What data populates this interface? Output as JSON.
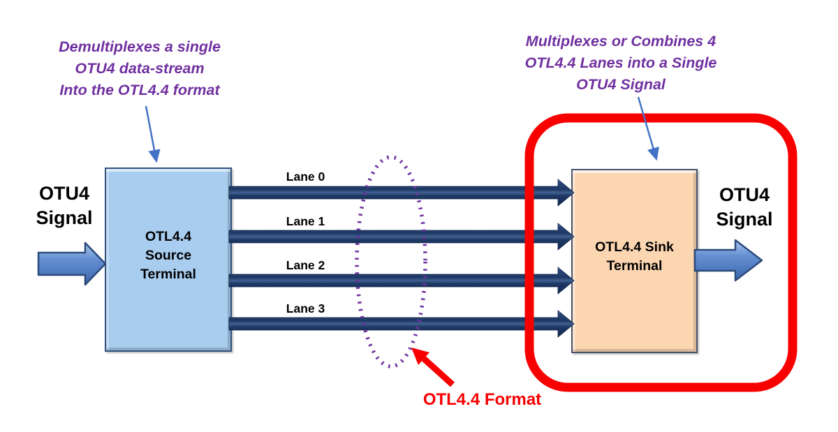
{
  "annotations": {
    "demux": "Demultiplexes a single\nOTU4 data-stream\nInto the OTL4.4 format",
    "mux": "Multiplexes or Combines 4\nOTL4.4 Lanes into a Single\nOTU4 Signal",
    "format": "OTL4.4 Format"
  },
  "signals": {
    "input": "OTU4\nSignal",
    "output": "OTU4\nSignal"
  },
  "nodes": {
    "source": "OTL4.4\nSource\nTerminal",
    "sink": "OTL4.4 Sink\nTerminal"
  },
  "lanes": [
    {
      "label": "Lane 0"
    },
    {
      "label": "Lane 1"
    },
    {
      "label": "Lane 2"
    },
    {
      "label": "Lane 3"
    }
  ],
  "colors": {
    "annotation_purple": "#7030A0",
    "highlight_red": "#F80000",
    "lane_navy": "#1F3864",
    "callout_arrow_blue": "#4472C4",
    "signal_arrow_blue": "#4A77C4",
    "source_fill": "#A9CDEF",
    "sink_fill": "#FCD5B1"
  }
}
